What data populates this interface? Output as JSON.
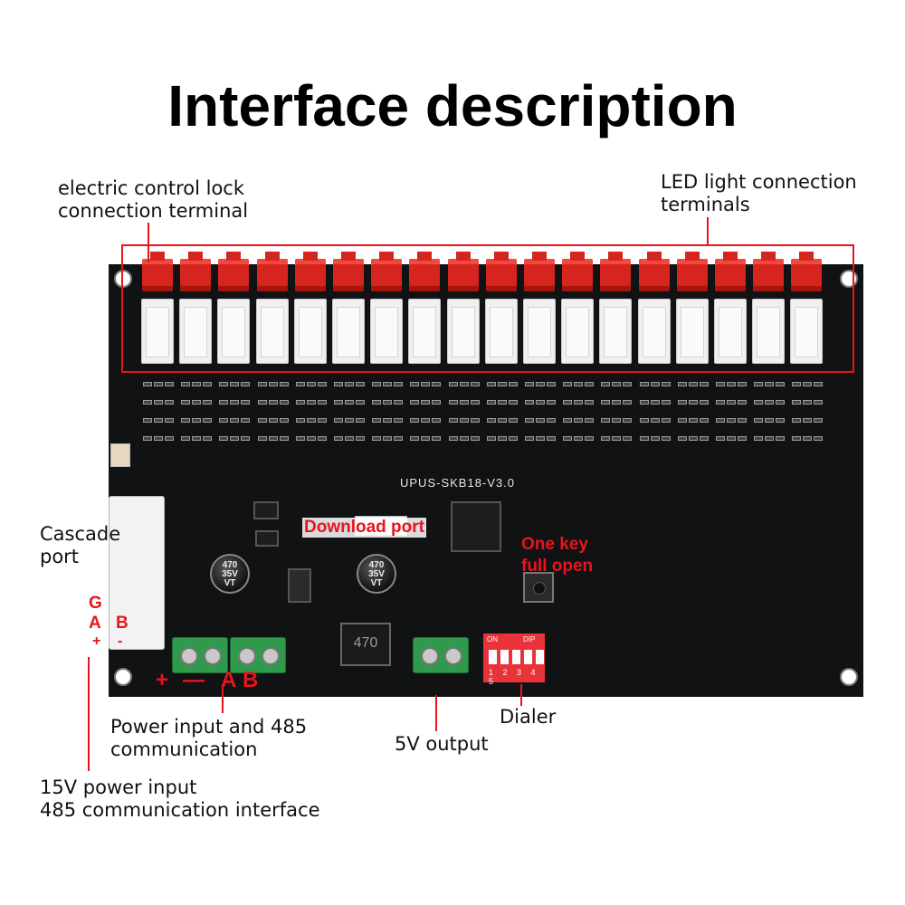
{
  "title": "Interface description",
  "labels": {
    "lock_line1": "electric control lock",
    "lock_line2": "connection terminal",
    "led_line1": "LED light connection",
    "led_line2": "terminals",
    "cascade_line1": "Cascade",
    "cascade_line2": "port",
    "power485_line1": "Power input and 485",
    "power485_line2": "communication",
    "power15_line1": "15V power input",
    "power15_line2": "485 communication interface",
    "output5v": "5V output",
    "dialer": "Dialer"
  },
  "board_labels": {
    "download_port": "Download port",
    "one_key_line1": "One key",
    "one_key_line2": "full open",
    "model": "UPUS-SKB18-V3.0",
    "g": "G",
    "a": "A",
    "b": "B",
    "plus_small": "+",
    "minus_small": "-",
    "terminal_plus": "+",
    "terminal_minus": "—",
    "terminal_a": "A",
    "terminal_b": "B",
    "cap1_line1": "470",
    "cap1_line2": "35V",
    "cap1_line3": "VT",
    "cap2_line1": "470",
    "cap2_line2": "35V",
    "cap2_line3": "VT",
    "inductor": "470",
    "dip_on": "ON",
    "dip_dip": "DIP",
    "dip_numbers": "1 2 3 4 5"
  },
  "colors": {
    "accent_red": "#e8141c",
    "board": "#111214",
    "connector_red": "#d6251f",
    "terminal_green": "#2f9a4c"
  },
  "connector_count": 18
}
